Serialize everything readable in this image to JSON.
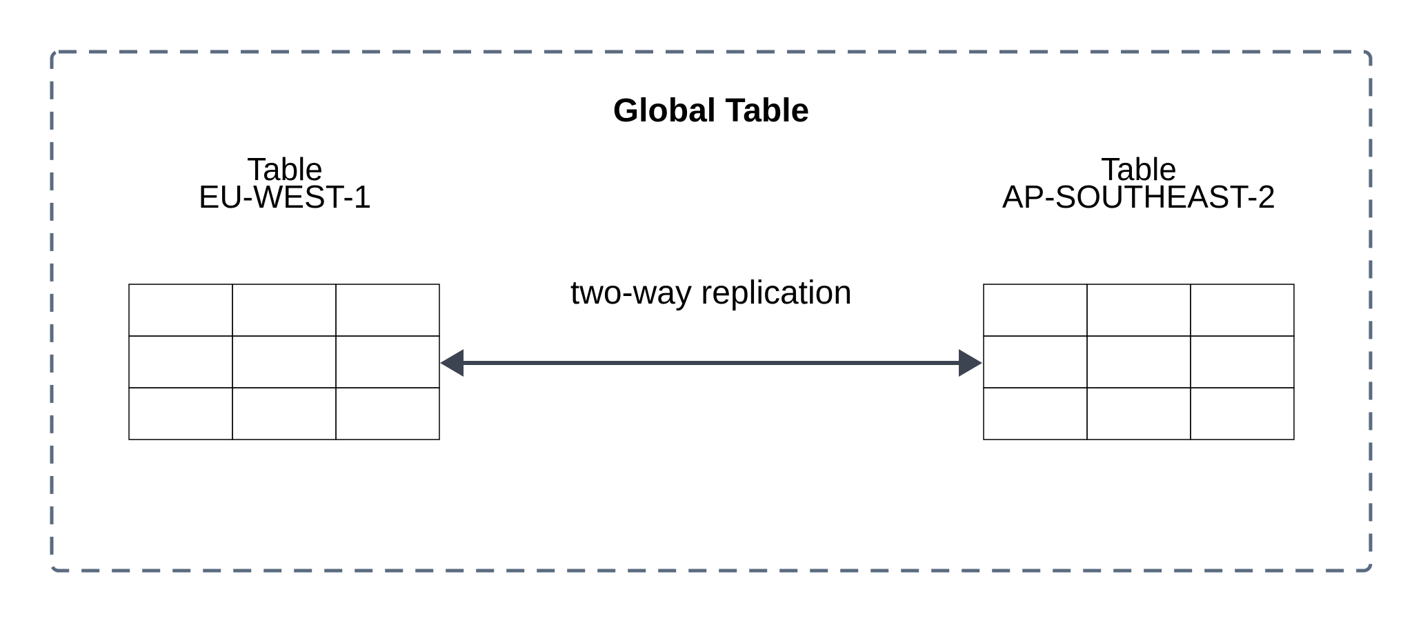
{
  "diagram": {
    "title": "Global Table",
    "colors": {
      "container_border": "#5b6b80",
      "arrow": "#3d4451",
      "grid": "#000000",
      "text": "#000000"
    },
    "nodes": [
      {
        "id": "eu-table",
        "line1": "Table",
        "line2": "EU-WEST-1",
        "grid_rows": 3,
        "grid_cols": 3
      },
      {
        "id": "ap-table",
        "line1": "Table",
        "line2": "AP-SOUTHEAST-2",
        "grid_rows": 3,
        "grid_cols": 3
      }
    ],
    "edges": [
      {
        "from": "eu-table",
        "to": "ap-table",
        "label": "two-way replication",
        "direction": "bidirectional"
      }
    ]
  }
}
